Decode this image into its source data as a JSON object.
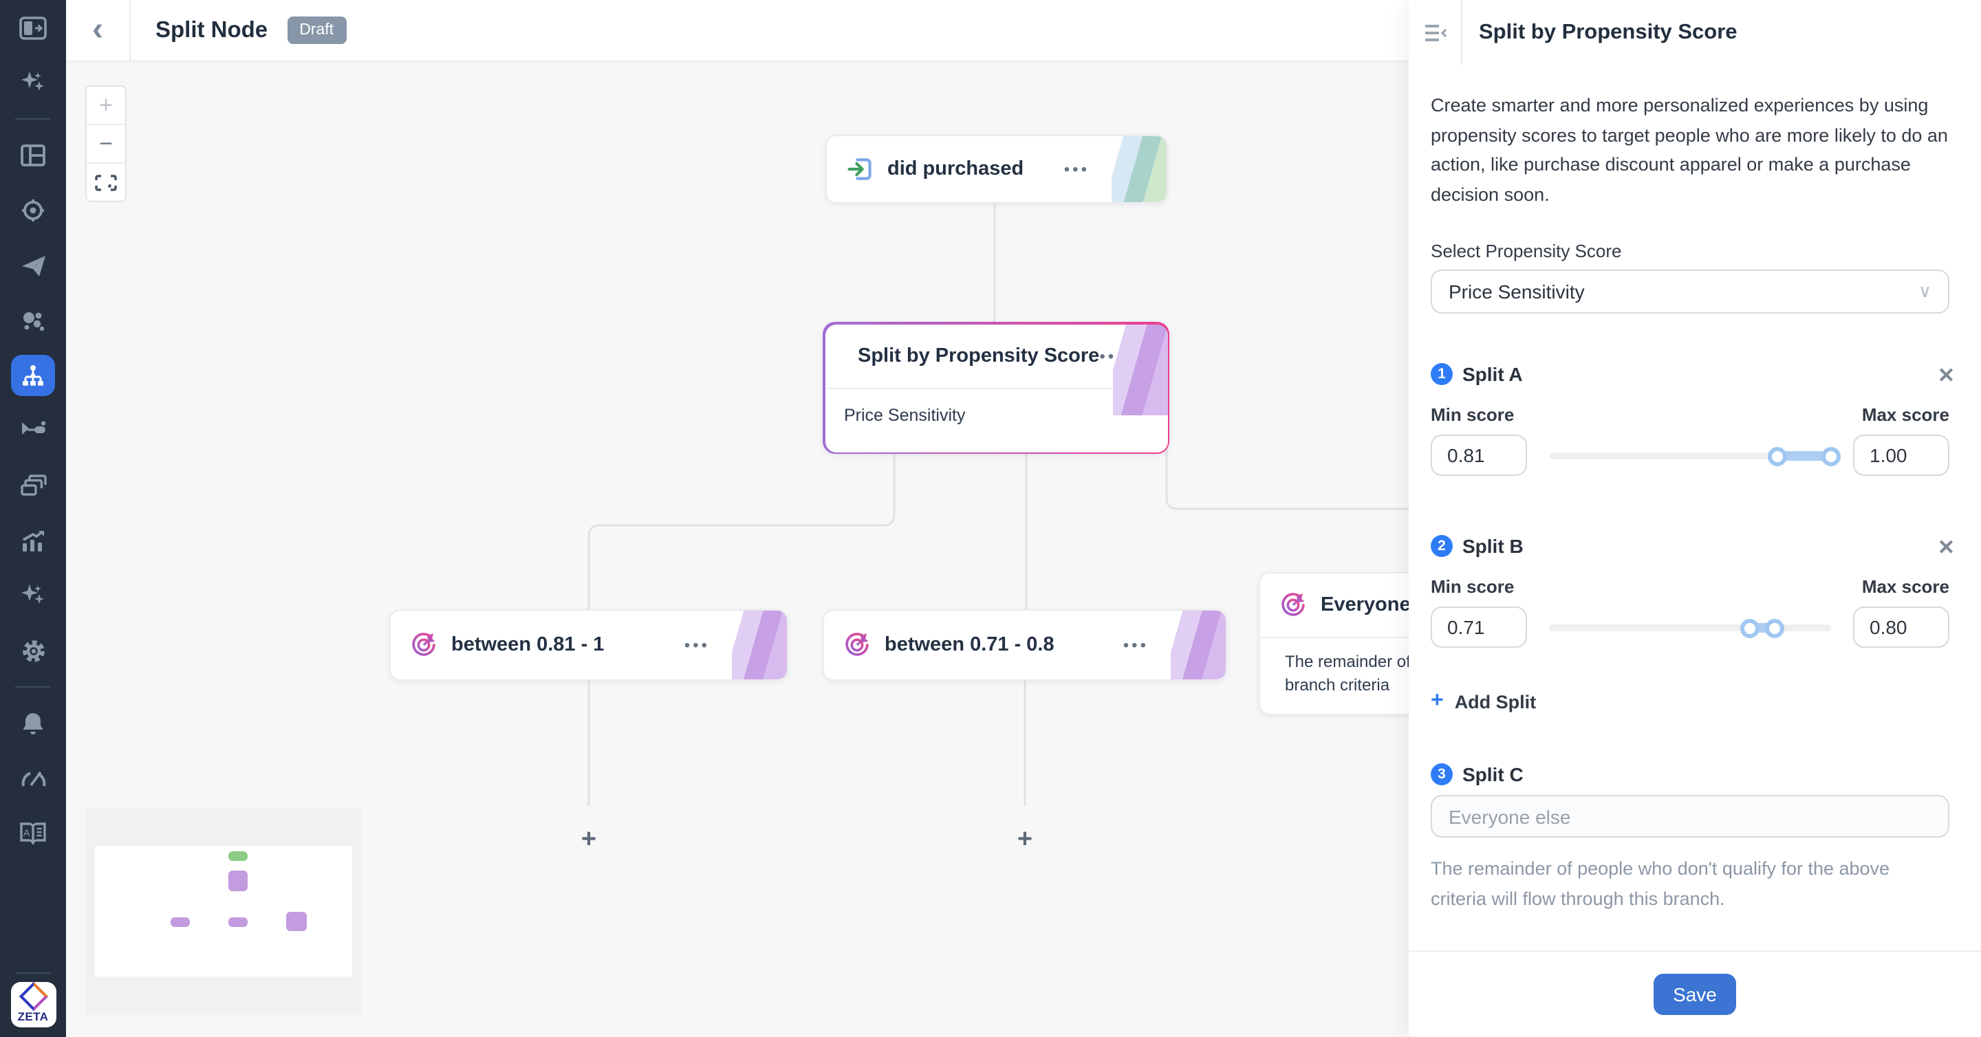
{
  "topbar": {
    "title": "Split Node",
    "status_badge": "Draft"
  },
  "icons": {
    "back": "‹",
    "chevron_down": "∨",
    "close": "✕",
    "dots": "•••",
    "zoom_in": "+",
    "zoom_out": "−",
    "node_plus": "+",
    "add_plus": "+"
  },
  "sidebar": {
    "icon_names": [
      "collapse-panel",
      "ai-sparkles",
      "dashboard",
      "targeting",
      "send-campaign",
      "audiences",
      "journey-builder-active",
      "flows",
      "templates",
      "analytics",
      "ai-sparkles",
      "settings",
      "notifications",
      "performance-gauge",
      "documentation"
    ],
    "logo_text": "ZETA"
  },
  "canvas": {
    "nodes": {
      "event": {
        "title": "did purchased"
      },
      "split": {
        "title": "Split by Propensity Score",
        "subtitle": "Price Sensitivity"
      },
      "branch_a": {
        "title": "between 0.81 - 1"
      },
      "branch_b": {
        "title": "between 0.71 - 0.8"
      },
      "branch_c": {
        "title": "Everyone else",
        "line1": "The remainder of peo",
        "line2": "branch criteria"
      }
    }
  },
  "panel": {
    "title": "Split by Propensity Score",
    "description": "Create smarter and more personalized experiences by using propensity scores to target people who are more likely to do an action, like purchase discount apparel or make a purchase decision soon.",
    "select_label": "Select Propensity Score",
    "select_value": "Price Sensitivity",
    "splits": [
      {
        "number": "1",
        "label": "Split A",
        "min_label": "Min score",
        "max_label": "Max score",
        "min": "0.81",
        "max": "1.00"
      },
      {
        "number": "2",
        "label": "Split B",
        "min_label": "Min score",
        "max_label": "Max score",
        "min": "0.71",
        "max": "0.80"
      }
    ],
    "add_split": "Add Split",
    "split_c": {
      "number": "3",
      "label": "Split C",
      "placeholder": "Everyone else",
      "helper": "The remainder of people who don't qualify for the above criteria will flow through this branch."
    },
    "save_label": "Save"
  },
  "colors": {
    "rail_bg": "#242e3d",
    "active_nav": "#3672e3",
    "accent_blue": "#2e7cf6",
    "save_blue": "#3b74d2",
    "badge_gray": "#8796a8",
    "selected_border": "#a06cd5 → #ee3e8e",
    "bullseye_gradient": "#9a5fd0 → #f1458e",
    "canvas_bg": "#f7f7f8",
    "slider_fill": "#aecdf3",
    "mini_green": "#8ccd85",
    "mini_purple": "#c39bdf"
  }
}
